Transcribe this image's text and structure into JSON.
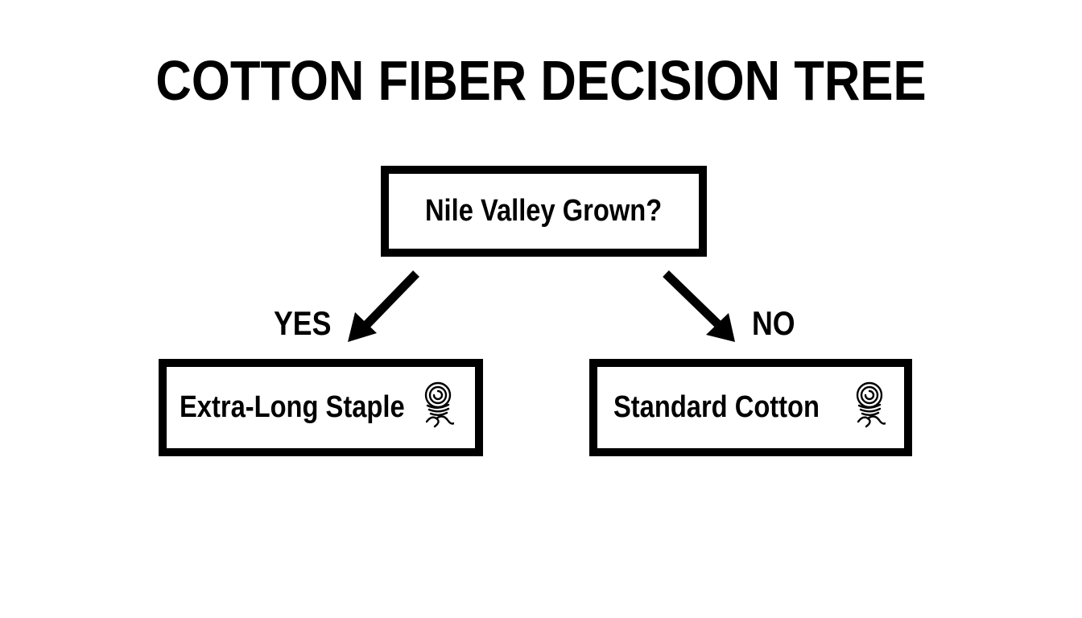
{
  "diagram": {
    "title": "COTTON FIBER DECISION TREE",
    "root": {
      "label": "Nile Valley Grown?"
    },
    "branches": [
      {
        "label": "YES",
        "result": {
          "label": "Extra-Long Staple",
          "icon": "cotton-fiber-spiral-icon"
        }
      },
      {
        "label": "NO",
        "result": {
          "label": "Standard Cotton",
          "icon": "cotton-fiber-spiral-icon"
        }
      }
    ],
    "colors": {
      "background": "#ffffff",
      "stroke": "#000000",
      "text": "#000000"
    }
  }
}
